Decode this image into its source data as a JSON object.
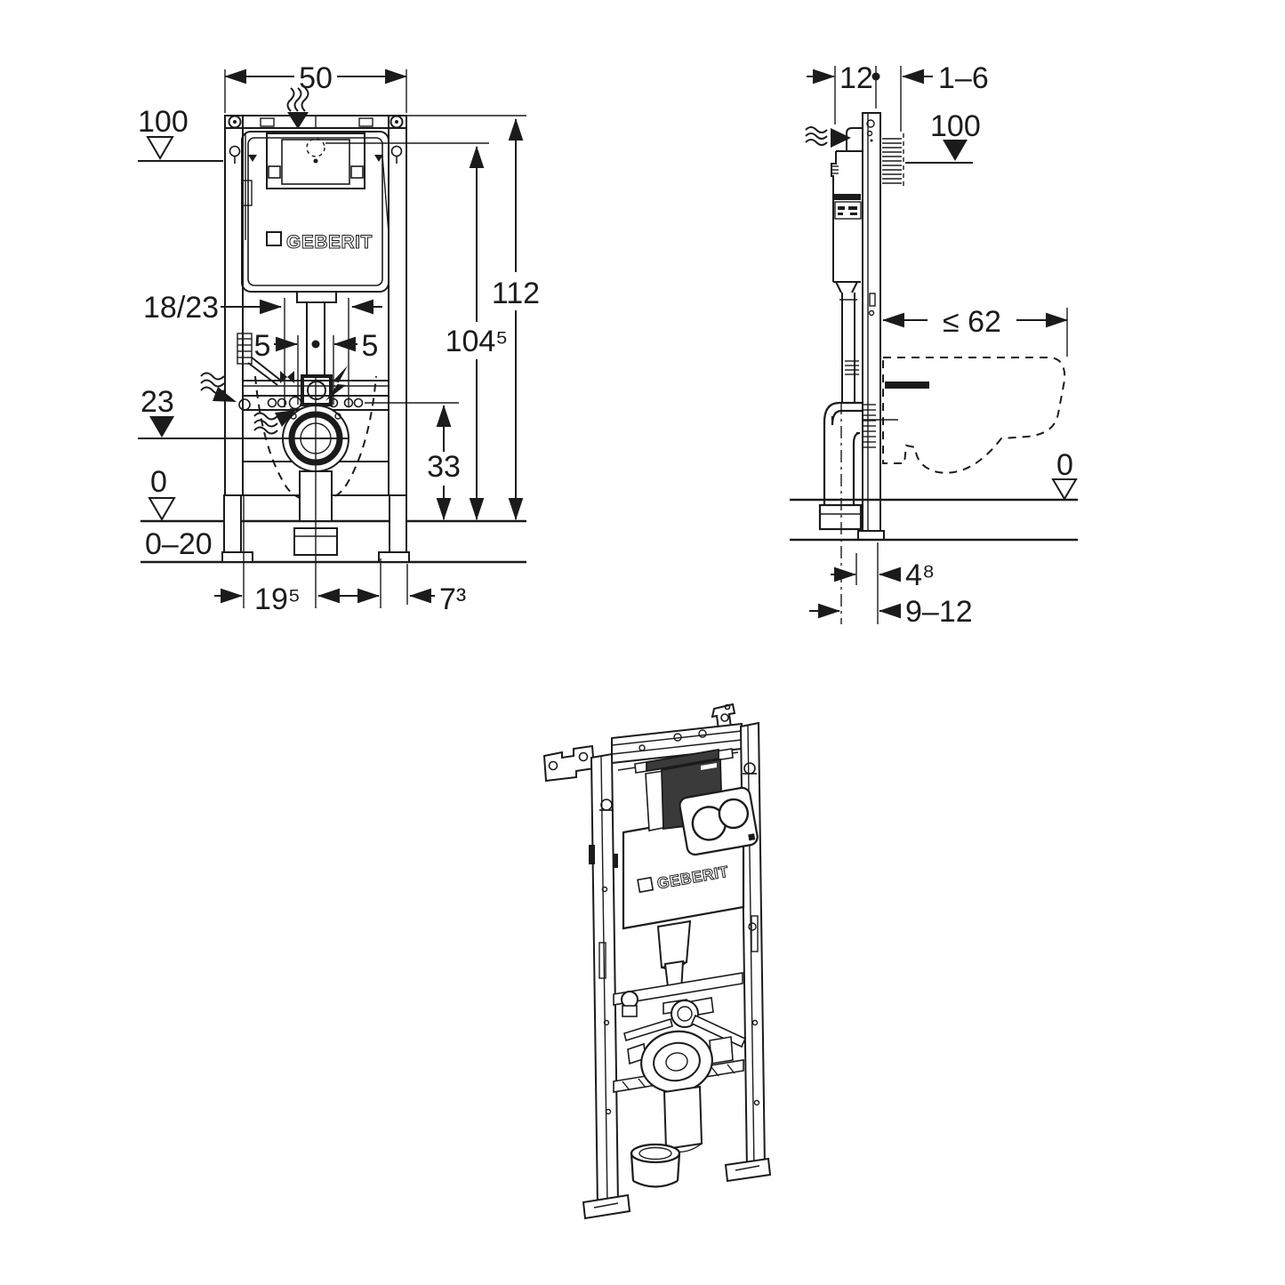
{
  "meta": {
    "background": "#ffffff",
    "ink": "#1b1b1b",
    "cover_color": "#3a3a3a"
  },
  "icons": {
    "water_inlet": "squiggle-arrow",
    "flush_activation": "lightning-bolt-arrow",
    "level_marker_filled": "filled-triangle",
    "level_marker_open": "open-triangle",
    "dimension_arrow": "solid-arrowhead"
  },
  "front_view": {
    "logo": "GEBERIT",
    "dims": {
      "width_top": "50",
      "level_100": "100",
      "height_112": "112",
      "height_104_5": "104⁵",
      "supply_18_23": "18/23",
      "offset_5_left": "5",
      "offset_5_right": "5",
      "level_23": "23",
      "height_33": "33",
      "level_0": "0",
      "floor_0_20": "0–20",
      "bottom_19_5": "19⁵",
      "bottom_7_3": "7³"
    }
  },
  "side_view": {
    "dims": {
      "depth_12": "12",
      "finish_1_6": "1–6",
      "level_100": "100",
      "projection_62": "≤ 62",
      "level_0": "0",
      "offset_4_8": "4⁸",
      "offset_9_12": "9–12"
    }
  },
  "product_view": {
    "logo": "GEBERIT"
  }
}
